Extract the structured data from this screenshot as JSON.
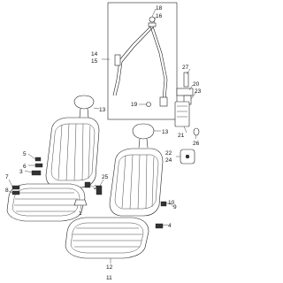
{
  "diagram": {
    "callouts": {
      "c1": "1",
      "c2": "2",
      "c3": "3",
      "c4": "4",
      "c5": "5",
      "c6": "6",
      "c7": "7",
      "c8": "8",
      "c9": "9",
      "c10": "10",
      "c11": "11",
      "c12": "12",
      "c13a": "13",
      "c13b": "13",
      "c14": "14",
      "c15": "15",
      "c16": "16",
      "c18": "18",
      "c19": "19",
      "c20": "20",
      "c21": "21",
      "c22": "22",
      "c23": "23",
      "c24": "24",
      "c25": "25",
      "c26": "26",
      "c27": "27"
    }
  }
}
